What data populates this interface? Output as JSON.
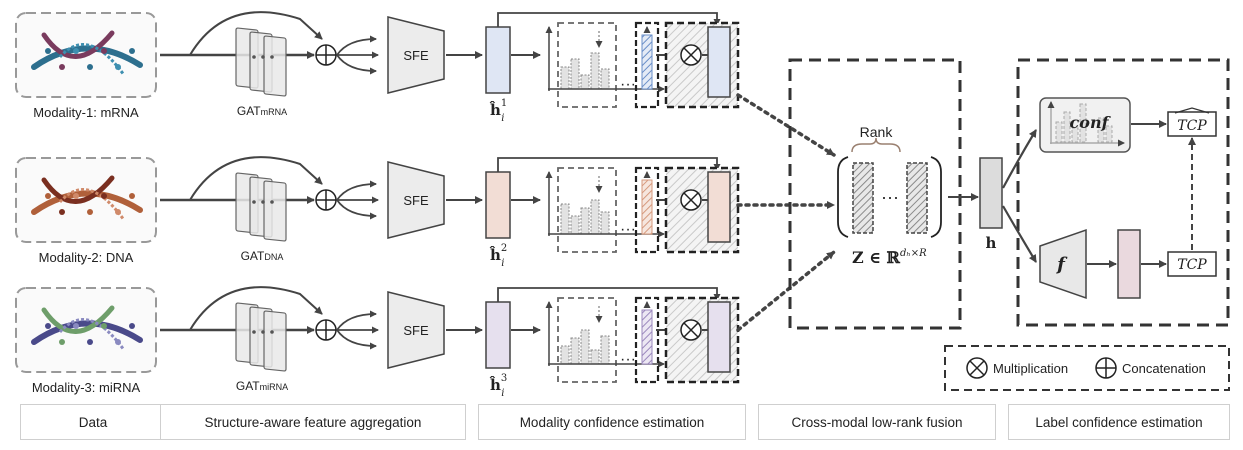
{
  "modalities": [
    {
      "label": "Modality-1: mRNA",
      "gat_base": "GAT",
      "gat_sub": "mRNA",
      "h_label": "ĥ",
      "h_sup": "1",
      "h_sub": "i"
    },
    {
      "label": "Modality-2: DNA",
      "gat_base": "GAT",
      "gat_sub": "DNA",
      "h_label": "ĥ",
      "h_sup": "2",
      "h_sub": "i"
    },
    {
      "label": "Modality-3: miRNA",
      "gat_base": "GAT",
      "gat_sub": "miRNA",
      "h_label": "ĥ",
      "h_sup": "3",
      "h_sub": "i"
    }
  ],
  "sfe_label": "SFE",
  "fusion": {
    "rank_label": "Rank",
    "z_label": "Z ∈ ℝ",
    "z_sup": "dₕ×R",
    "dots": "···"
  },
  "label_conf": {
    "h_label": "h",
    "conf_label": "conf",
    "f_label": "f",
    "tcp_label": "TCP",
    "tcp_hat_label": "TCP"
  },
  "legend": {
    "multiplication": "Multiplication",
    "concatenation": "Concatenation"
  },
  "stages": [
    "Data",
    "Structure-aware feature aggregation",
    "Modality confidence estimation",
    "Cross-modal low-rank fusion",
    "Label confidence estimation"
  ],
  "colors": {
    "mrna": "#dfe6f4",
    "dna": "#f2ddd5",
    "mirna": "#e6e0ee",
    "label_bar": "#ead9de",
    "arrow": "#444444",
    "dashed": "#333333",
    "blue_hatch": "#6a8fc8",
    "orange_hatch": "#d69a7e",
    "purple_hatch": "#9b88bd"
  }
}
